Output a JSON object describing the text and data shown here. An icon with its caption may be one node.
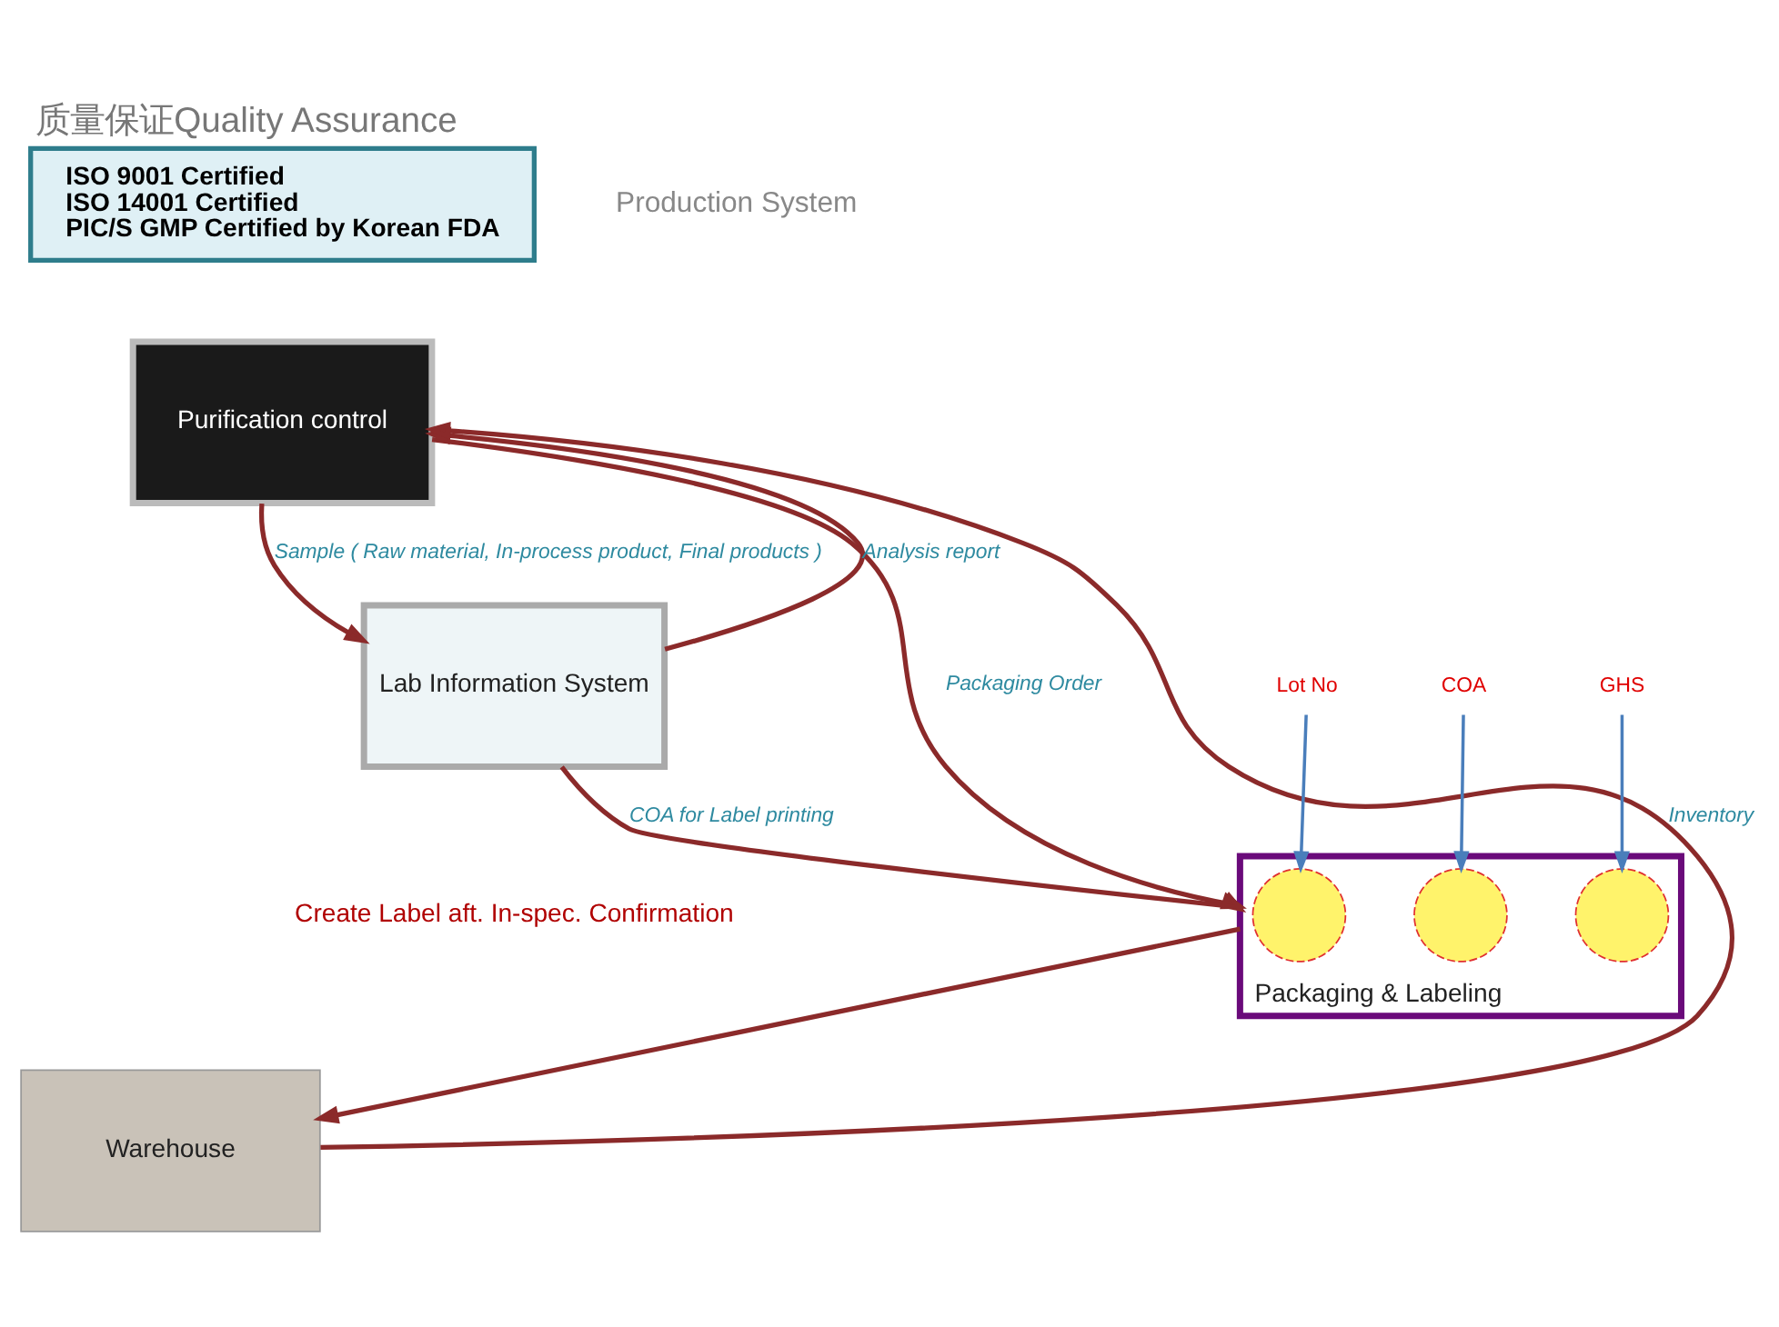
{
  "diagram": {
    "title": "质量保证Quality Assurance",
    "nodes": [
      {
        "text": [
          "ISO 9001 Certified",
          "ISO 14001 Certified",
          "PIC/S GMP Certified by Korean FDA"
        ]
      },
      {
        "text": [
          "Purification control"
        ]
      },
      {
        "text": [
          "Lab Information System"
        ]
      },
      {
        "text": [
          "Packaging & Labeling"
        ]
      },
      {
        "text": [
          "Warehouse"
        ]
      },
      {
        "text": [],
        "shape": "circle",
        "in": 3
      },
      {
        "text": [],
        "shape": "circle",
        "in": 3
      },
      {
        "text": [],
        "shape": "circle",
        "in": 3
      },
      {
        "text": [
          "Lot No"
        ]
      },
      {
        "text": [
          "COA"
        ]
      },
      {
        "text": [
          "GHS"
        ]
      }
    ],
    "edges": [
      {
        "from": 4,
        "to": 1,
        "arrow": "to",
        "label": "Inventory"
      },
      {
        "from": 1,
        "to": 2,
        "arrow": "to",
        "label": "Sample ( Raw material, In-process product, Final products )"
      },
      {
        "from": 2,
        "to": 1,
        "arrow": "to",
        "label": "Analysis report"
      },
      {
        "from": 1,
        "to": 3,
        "arrow": "to",
        "label": "Packaging Order"
      },
      {
        "from": 2,
        "to": 3,
        "arrow": "to",
        "label": "COA for Label printing"
      },
      {
        "from": 3,
        "to": 4,
        "arrow": "to"
      },
      {
        "from": 8,
        "to": 5,
        "arrow": "to",
        "color": "#4a7ebb"
      },
      {
        "from": 9,
        "to": 6,
        "arrow": "to",
        "color": "#4a7ebb"
      },
      {
        "from": 10,
        "to": 7,
        "arrow": "to",
        "color": "#4a7ebb"
      }
    ],
    "labels": [
      "Production System",
      "Create Label aft. In-spec. Confirmation"
    ]
  }
}
